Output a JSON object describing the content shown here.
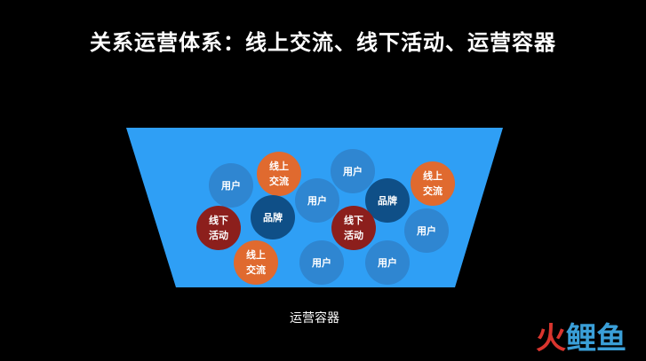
{
  "title": "关系运营体系：线上交流、线下活动、运营容器",
  "container_label": "运营容器",
  "colors": {
    "background": "#000000",
    "container": "#2f9ff5",
    "user_bubble": "#2f86d1",
    "online_bubble": "#e06a2f",
    "offline_bubble": "#8c1f1c",
    "brand_bubble": "#0f4f87"
  },
  "bubbles": [
    {
      "text": "用户",
      "kind": "user"
    },
    {
      "text": "线上\n交流",
      "kind": "online"
    },
    {
      "text": "用户",
      "kind": "user"
    },
    {
      "text": "线上\n交流",
      "kind": "online"
    },
    {
      "text": "用户",
      "kind": "user"
    },
    {
      "text": "品牌",
      "kind": "brand"
    },
    {
      "text": "线下\n活动",
      "kind": "offline"
    },
    {
      "text": "品牌",
      "kind": "brand"
    },
    {
      "text": "线下\n活动",
      "kind": "offline"
    },
    {
      "text": "用户",
      "kind": "user"
    },
    {
      "text": "线上\n交流",
      "kind": "online"
    },
    {
      "text": "用户",
      "kind": "user"
    },
    {
      "text": "用户",
      "kind": "user"
    }
  ],
  "watermark": {
    "part1": "火",
    "part2": "鲤鱼"
  }
}
